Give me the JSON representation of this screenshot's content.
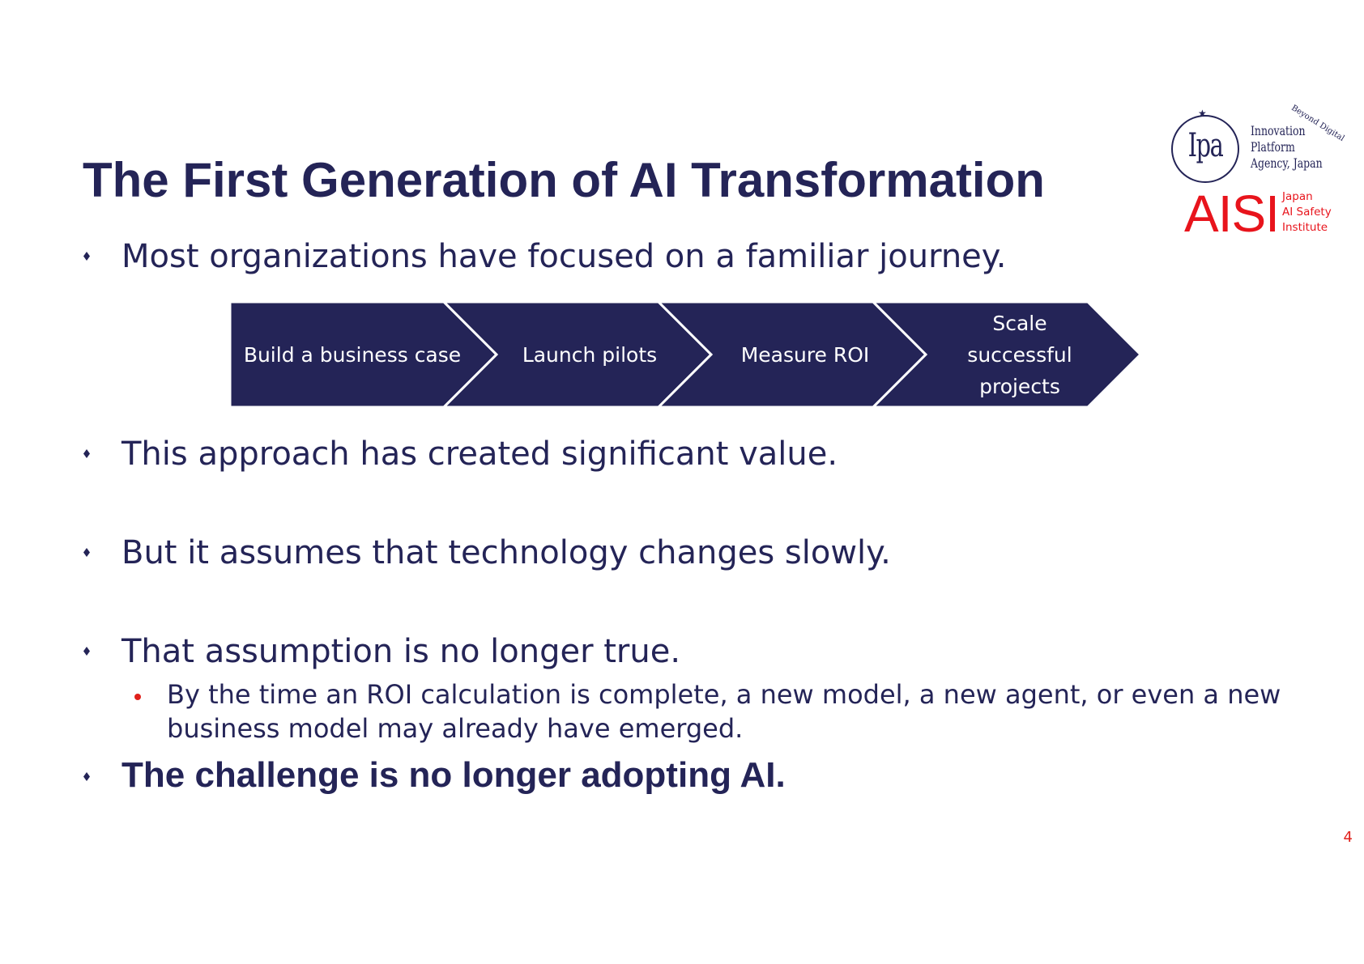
{
  "slide": {
    "title": "The First Generation of AI Transformation",
    "page_number": "4"
  },
  "logo": {
    "ipa_mark": "IPA",
    "ipa_name_lines": [
      "Innovation",
      "Platform",
      "Agency, Japan"
    ],
    "tagline": "Beyond Digital",
    "aisi": "AISI",
    "aisi_lines": [
      "Japan",
      "AI Safety",
      "Institute"
    ]
  },
  "bullets": [
    "Most organizations have focused on a familiar journey.",
    "This approach has created significant value.",
    "But it assumes that technology changes slowly.",
    "That assumption is no longer true.",
    "The challenge is no longer adopting AI."
  ],
  "sub_bullet": "By the time an ROI calculation is complete, a new model, a new agent, or even a new business model may already have emerged.",
  "process_steps": [
    "Build a business case",
    "Launch pilots",
    "Measure ROI",
    "Scale successful projects"
  ],
  "colors": {
    "navy": "#242457",
    "red": "#e0201b",
    "aisi_red": "#e8141c"
  }
}
